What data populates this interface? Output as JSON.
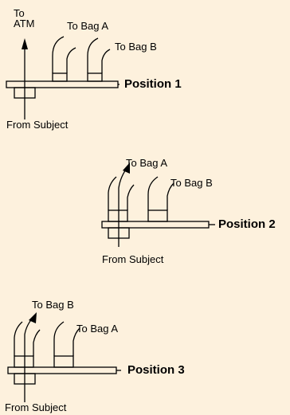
{
  "positions": [
    {
      "title": "Position 1",
      "labels": {
        "to_atm": "To\nATM",
        "to_bag_a": "To Bag A",
        "to_bag_b": "To Bag B",
        "from_subject": "From Subject"
      }
    },
    {
      "title": "Position 2",
      "labels": {
        "to_bag_a": "To Bag A",
        "to_bag_b": "To Bag B",
        "from_subject": "From Subject"
      }
    },
    {
      "title": "Position 3",
      "labels": {
        "to_bag_b": "To Bag B",
        "to_bag_a": "To Bag A",
        "from_subject": "From Subject"
      }
    }
  ],
  "colors": {
    "background": "#fdf1dd",
    "stroke": "#000000"
  }
}
